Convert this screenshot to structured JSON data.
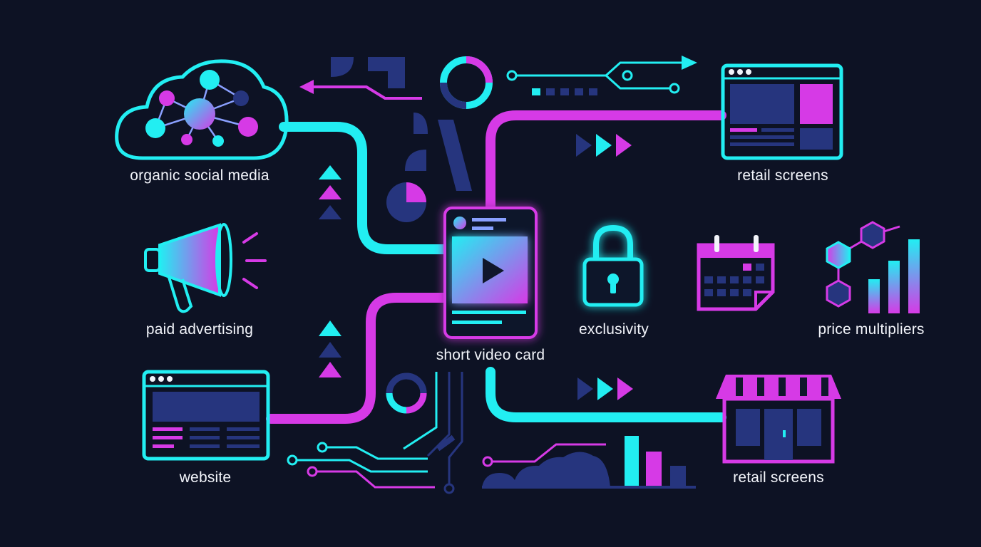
{
  "labels": {
    "organic": "organic social media",
    "paid": "paid advertising",
    "website": "website",
    "card": "short video card",
    "exclusivity": "exclusivity",
    "retail_top": "retail screens",
    "price": "price multipliers",
    "retail_bottom": "retail screens"
  },
  "colors": {
    "background": "#0d1224",
    "cyan": "#22eef2",
    "magenta": "#d63ae6",
    "navy": "#26357e",
    "text": "#f2f4fa"
  }
}
